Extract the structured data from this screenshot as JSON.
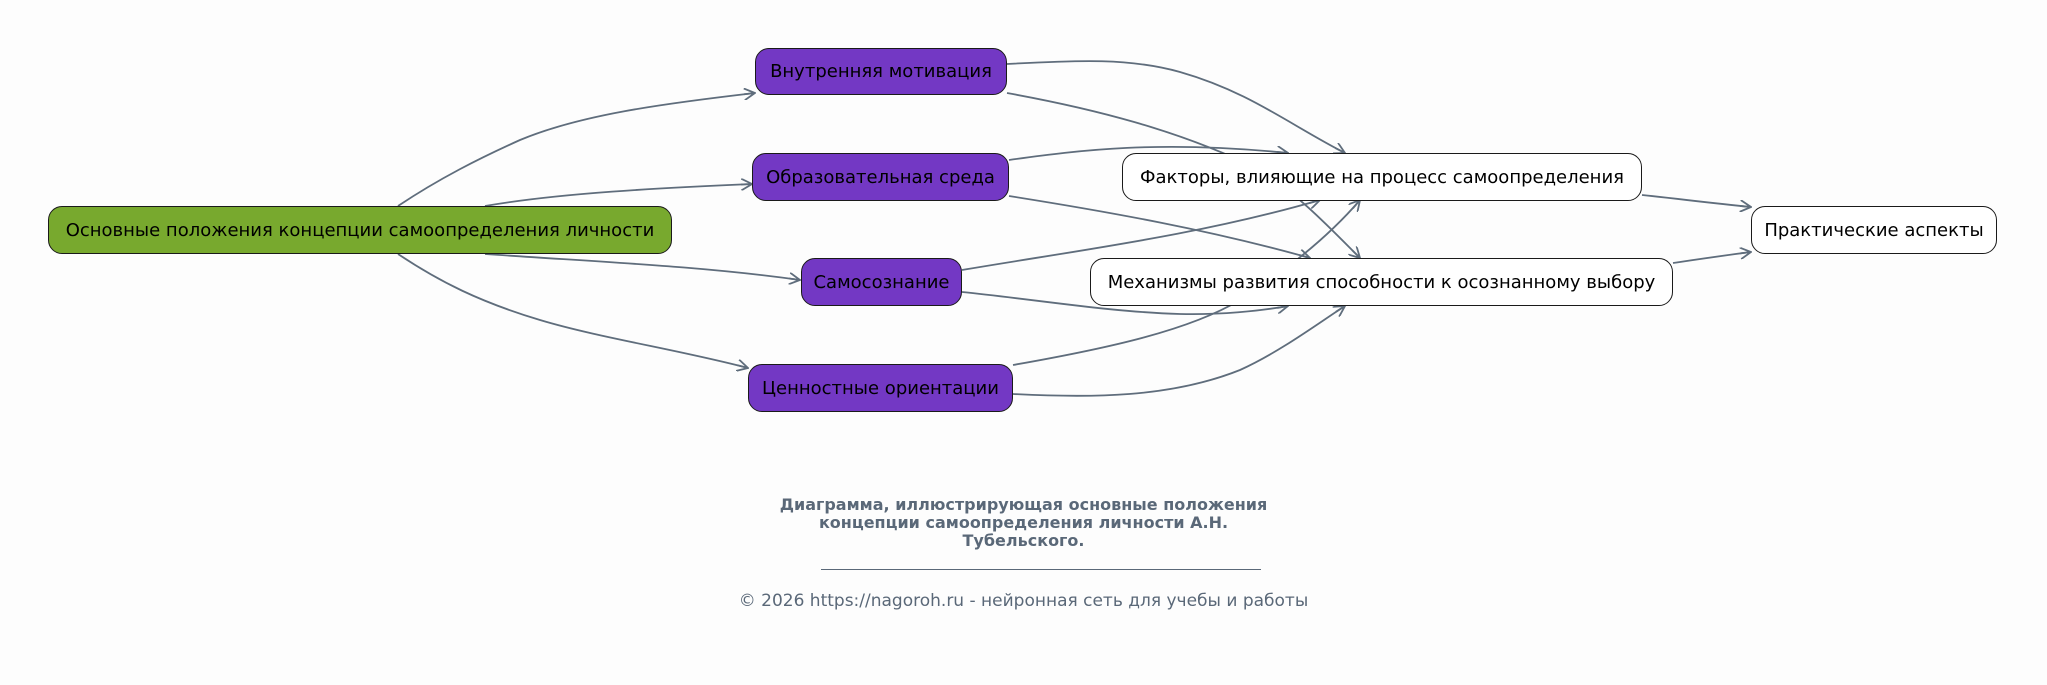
{
  "colors": {
    "root_fill": "#78a92e",
    "concept_fill": "#7338c4",
    "outcome_fill": "#ffffff",
    "edge": "#5f6d7c",
    "caption_text": "#5a6878",
    "background": "#fdfdfd"
  },
  "nodes": {
    "root": {
      "label": "Основные положения концепции самоопределения личности"
    },
    "motivation": {
      "label": "Внутренняя мотивация"
    },
    "environment": {
      "label": "Образовательная среда"
    },
    "selfawareness": {
      "label": "Самосознание"
    },
    "values": {
      "label": "Ценностные ориентации"
    },
    "factors": {
      "label": "Факторы, влияющие на процесс самоопределения"
    },
    "mechanisms": {
      "label": "Механизмы развития способности к осознанному выбору"
    },
    "practical": {
      "label": "Практические аспекты"
    }
  },
  "edges": [
    {
      "from": "root",
      "to": "motivation"
    },
    {
      "from": "root",
      "to": "environment"
    },
    {
      "from": "root",
      "to": "selfawareness"
    },
    {
      "from": "root",
      "to": "values"
    },
    {
      "from": "motivation",
      "to": "factors"
    },
    {
      "from": "motivation",
      "to": "mechanisms"
    },
    {
      "from": "environment",
      "to": "factors"
    },
    {
      "from": "environment",
      "to": "mechanisms"
    },
    {
      "from": "selfawareness",
      "to": "factors"
    },
    {
      "from": "selfawareness",
      "to": "mechanisms"
    },
    {
      "from": "values",
      "to": "factors"
    },
    {
      "from": "values",
      "to": "mechanisms"
    },
    {
      "from": "factors",
      "to": "practical"
    },
    {
      "from": "mechanisms",
      "to": "practical"
    }
  ],
  "caption": {
    "lines": [
      "Диаграмма, иллюстрирующая основные положения",
      "концепции самоопределения личности А.Н.",
      "Тубельского."
    ]
  },
  "footer": {
    "text": "© 2026 https://nagoroh.ru - нейронная сеть для учебы и работы"
  }
}
